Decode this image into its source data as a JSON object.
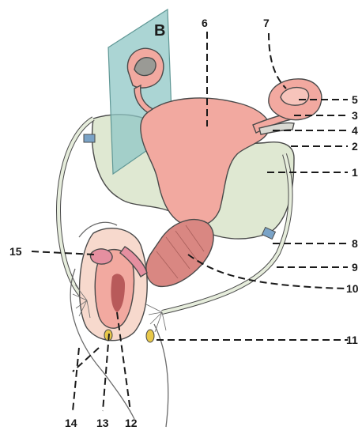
{
  "plate_letter": "B",
  "labels": {
    "l1": "1",
    "l2": "2",
    "l3": "3",
    "l4": "4",
    "l5": "5",
    "l6": "6",
    "l7": "7",
    "l8": "8",
    "l9": "9",
    "l10": "10",
    "l11": "11",
    "l12": "12",
    "l13": "13",
    "l14": "14",
    "l15": "15"
  },
  "colors": {
    "uterus": "#f2a9a0",
    "ligament": "#dfe8d2",
    "plane": "#8fc7c5",
    "muscle": "#d98782",
    "gray": "#9a9a95"
  }
}
